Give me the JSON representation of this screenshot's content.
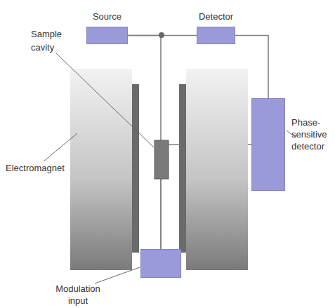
{
  "diagram": {
    "nodes": [
      {
        "text": [
          "Source"
        ]
      },
      {
        "text": [
          "Detector"
        ]
      },
      {
        "text": [
          "Phase-sensitive detector"
        ]
      },
      {
        "text": [
          "Modulation input"
        ]
      }
    ],
    "edges": [
      {
        "from": 0,
        "to": 1,
        "arrow": "none"
      },
      {
        "from": 0,
        "to": 3,
        "arrow": "none"
      },
      {
        "from": 1,
        "to": 2,
        "arrow": "none"
      },
      {
        "from": 2,
        "to": 3,
        "arrow": "none"
      }
    ],
    "labels": [
      "Sample cavity",
      "Electromagnet"
    ]
  }
}
